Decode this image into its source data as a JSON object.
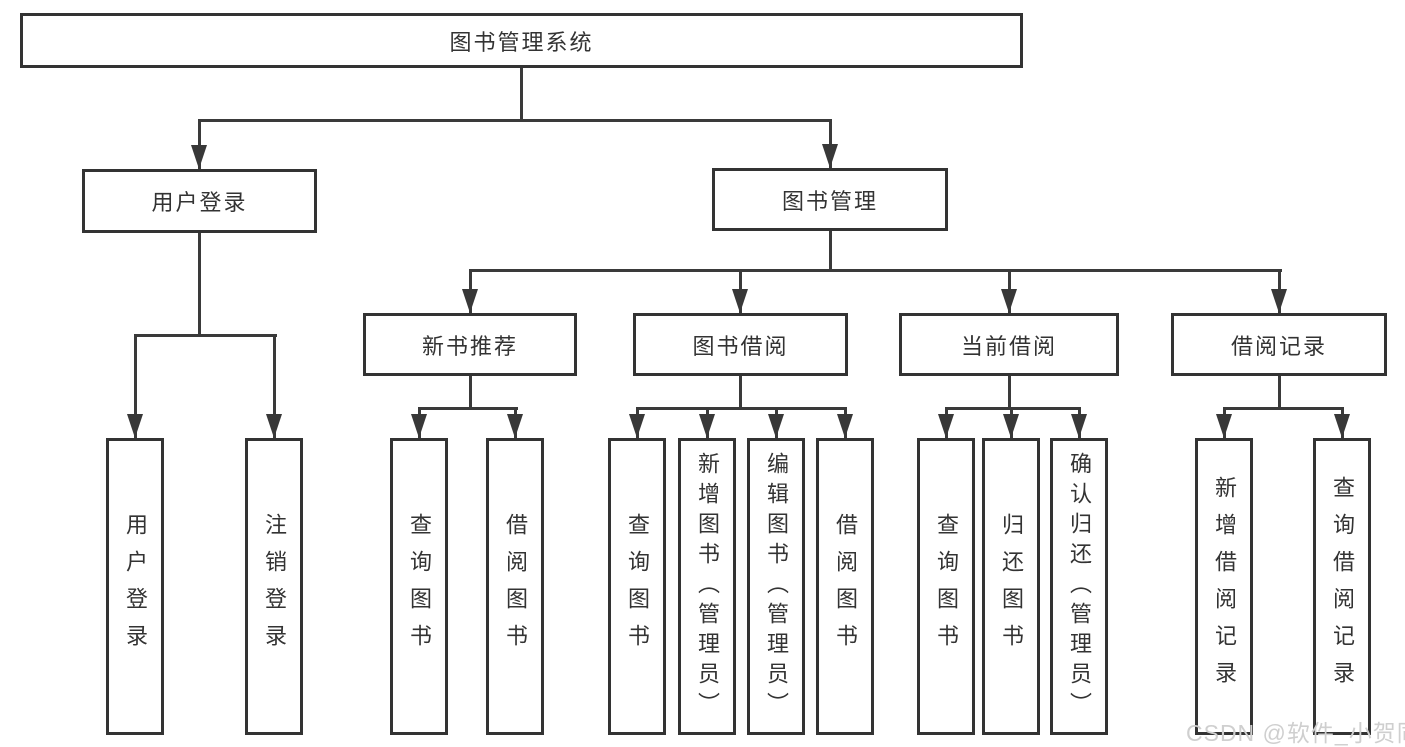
{
  "diagram": {
    "title": "图书管理系统",
    "watermark": "CSDN @软件_小贺同学",
    "colors": {
      "background": "#ffffff",
      "box_border": "#333333",
      "box_fill": "#ffffff",
      "line": "#3a3a3a",
      "text": "#333333",
      "watermark": "#cfcfcf"
    },
    "tree": {
      "root": {
        "label": "图书管理系统",
        "children": [
          {
            "label": "用户登录",
            "children": [
              {
                "label": "用户登录"
              },
              {
                "label": "注销登录"
              }
            ]
          },
          {
            "label": "图书管理",
            "children": [
              {
                "label": "新书推荐",
                "children": [
                  {
                    "label": "查询图书"
                  },
                  {
                    "label": "借阅图书"
                  }
                ]
              },
              {
                "label": "图书借阅",
                "children": [
                  {
                    "label": "查询图书"
                  },
                  {
                    "label": "新增图书（管理员）"
                  },
                  {
                    "label": "编辑图书（管理员）"
                  },
                  {
                    "label": "借阅图书"
                  }
                ]
              },
              {
                "label": "当前借阅",
                "children": [
                  {
                    "label": "查询图书"
                  },
                  {
                    "label": "归还图书"
                  },
                  {
                    "label": "确认归还（管理员）"
                  }
                ]
              },
              {
                "label": "借阅记录",
                "children": [
                  {
                    "label": "新增借阅记录"
                  },
                  {
                    "label": "查询借阅记录"
                  }
                ]
              }
            ]
          }
        ]
      }
    }
  }
}
